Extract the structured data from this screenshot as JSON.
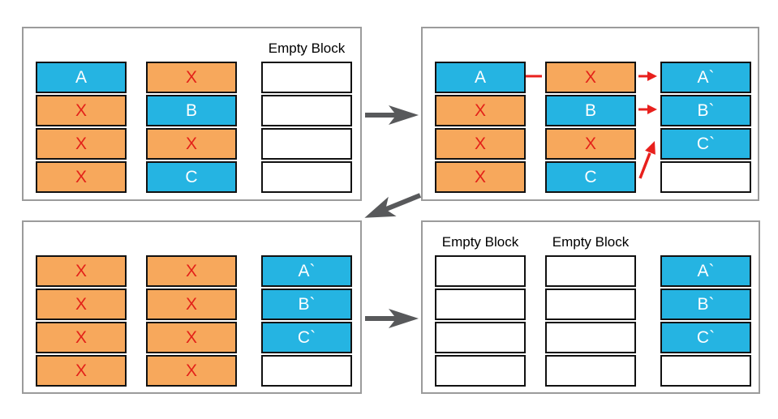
{
  "colors": {
    "valid_block": "#25b4e2",
    "invalid_block": "#f7a85c",
    "invalid_mark": "#e32119",
    "cell_text": "#ffffff",
    "cell_border": "#111111",
    "panel_border": "#9b9b9b",
    "label_text": "#000000",
    "flow_arrow": "#58595b",
    "copy_arrow": "#e8201d"
  },
  "empty_block_label": "Empty Block",
  "panels": [
    {
      "name": "step-1",
      "columns": [
        {
          "label": "",
          "cells": [
            {
              "text": "A",
              "state": "valid"
            },
            {
              "text": "X",
              "state": "invalid"
            },
            {
              "text": "X",
              "state": "invalid"
            },
            {
              "text": "X",
              "state": "invalid"
            }
          ]
        },
        {
          "label": "",
          "cells": [
            {
              "text": "X",
              "state": "invalid"
            },
            {
              "text": "B",
              "state": "valid"
            },
            {
              "text": "X",
              "state": "invalid"
            },
            {
              "text": "C",
              "state": "valid"
            }
          ]
        },
        {
          "label": "Empty Block",
          "cells": [
            {
              "text": "",
              "state": "empty"
            },
            {
              "text": "",
              "state": "empty"
            },
            {
              "text": "",
              "state": "empty"
            },
            {
              "text": "",
              "state": "empty"
            }
          ]
        }
      ]
    },
    {
      "name": "step-2",
      "columns": [
        {
          "label": "",
          "cells": [
            {
              "text": "A",
              "state": "valid"
            },
            {
              "text": "X",
              "state": "invalid"
            },
            {
              "text": "X",
              "state": "invalid"
            },
            {
              "text": "X",
              "state": "invalid"
            }
          ]
        },
        {
          "label": "",
          "cells": [
            {
              "text": "X",
              "state": "invalid"
            },
            {
              "text": "B",
              "state": "valid"
            },
            {
              "text": "X",
              "state": "invalid"
            },
            {
              "text": "C",
              "state": "valid"
            }
          ]
        },
        {
          "label": "",
          "cells": [
            {
              "text": "A`",
              "state": "valid"
            },
            {
              "text": "B`",
              "state": "valid"
            },
            {
              "text": "C`",
              "state": "valid"
            },
            {
              "text": "",
              "state": "empty"
            }
          ]
        }
      ]
    },
    {
      "name": "step-3",
      "columns": [
        {
          "label": "",
          "cells": [
            {
              "text": "X",
              "state": "invalid"
            },
            {
              "text": "X",
              "state": "invalid"
            },
            {
              "text": "X",
              "state": "invalid"
            },
            {
              "text": "X",
              "state": "invalid"
            }
          ]
        },
        {
          "label": "",
          "cells": [
            {
              "text": "X",
              "state": "invalid"
            },
            {
              "text": "X",
              "state": "invalid"
            },
            {
              "text": "X",
              "state": "invalid"
            },
            {
              "text": "X",
              "state": "invalid"
            }
          ]
        },
        {
          "label": "",
          "cells": [
            {
              "text": "A`",
              "state": "valid"
            },
            {
              "text": "B`",
              "state": "valid"
            },
            {
              "text": "C`",
              "state": "valid"
            },
            {
              "text": "",
              "state": "empty"
            }
          ]
        }
      ]
    },
    {
      "name": "step-4",
      "columns": [
        {
          "label": "Empty Block",
          "cells": [
            {
              "text": "",
              "state": "empty"
            },
            {
              "text": "",
              "state": "empty"
            },
            {
              "text": "",
              "state": "empty"
            },
            {
              "text": "",
              "state": "empty"
            }
          ]
        },
        {
          "label": "Empty Block",
          "cells": [
            {
              "text": "",
              "state": "empty"
            },
            {
              "text": "",
              "state": "empty"
            },
            {
              "text": "",
              "state": "empty"
            },
            {
              "text": "",
              "state": "empty"
            }
          ]
        },
        {
          "label": "",
          "cells": [
            {
              "text": "A`",
              "state": "valid"
            },
            {
              "text": "B`",
              "state": "valid"
            },
            {
              "text": "C`",
              "state": "valid"
            },
            {
              "text": "",
              "state": "empty"
            }
          ]
        }
      ]
    }
  ],
  "flow": [
    {
      "from": "step-1",
      "to": "step-2",
      "direction": "right"
    },
    {
      "from": "step-2",
      "to": "step-3",
      "direction": "down-left"
    },
    {
      "from": "step-3",
      "to": "step-4",
      "direction": "right"
    }
  ],
  "copy_operations": [
    {
      "from": "A",
      "to": "A`"
    },
    {
      "from": "B",
      "to": "B`"
    },
    {
      "from": "C",
      "to": "C`"
    }
  ]
}
